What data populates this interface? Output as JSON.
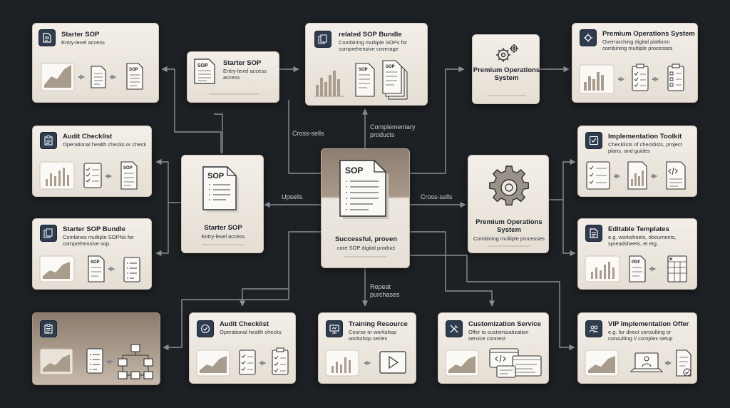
{
  "cards": {
    "starter_sop_top": {
      "title": "Starter SOP",
      "desc": "Entry-level access"
    },
    "starter_sop_small": {
      "title": "Starter SOP",
      "desc": "Entry-level access access"
    },
    "related_bundle": {
      "title": "related SOP Bundle",
      "desc": "Combining multiple SOPs for comprehensive coverage"
    },
    "premium_ops_small": {
      "title": "Premium Operations System"
    },
    "premium_ops_top": {
      "title": "Premium Operations System",
      "desc": "Overrarching digital platform combining multiple processes"
    },
    "audit_checklist_left": {
      "title": "Audit Checklist",
      "desc": "Operational health checks or check"
    },
    "starter_sop_center": {
      "title": "Starter SOP",
      "desc": "Entry-level access"
    },
    "core": {
      "title": "Successful, proven",
      "desc": "core SOP digital product"
    },
    "premium_ops_mid": {
      "title": "Premium Operations System",
      "desc": "Combining multiple processes"
    },
    "implementation_toolkit": {
      "title": "Implementation Toolkit",
      "desc": "Checklists of checklists, project plans, and guides"
    },
    "starter_sop_bundle": {
      "title": "Starter SOP Bundle",
      "desc": "Combines multiple SOPNs for comprehensive sop."
    },
    "editable_templates": {
      "title": "Editable Templates",
      "desc": "e.g. worksheets, documents, spreadsheets, et etg."
    },
    "audit_checklist_bottom": {
      "title": "Audit Checklist",
      "desc": "Operational health checks"
    },
    "training_resource": {
      "title": "Training Resource",
      "desc": "Course or workshop workshop series"
    },
    "customization_service": {
      "title": "Customization Service",
      "desc": "Offer to customizatization service connest"
    },
    "vip_offer": {
      "title": "VIP Implementation Offer",
      "desc": "e.g. for direct consulting or consulting // complex setup"
    }
  },
  "doc_labels": {
    "sop": "SOP",
    "pdf": "PDF"
  },
  "edges": {
    "cross_sells_left": "Cross-sells",
    "complementary": "Complementary products",
    "upsells": "Upsells",
    "cross_sells_right": "Cross-sells",
    "repeat": "Repeat purchases"
  },
  "colors": {
    "background": "#1d2024",
    "card": "#ece7df",
    "badge": "#2f3c4f",
    "connector": "#8a8f96",
    "brown_card": "#8b7b6c"
  }
}
